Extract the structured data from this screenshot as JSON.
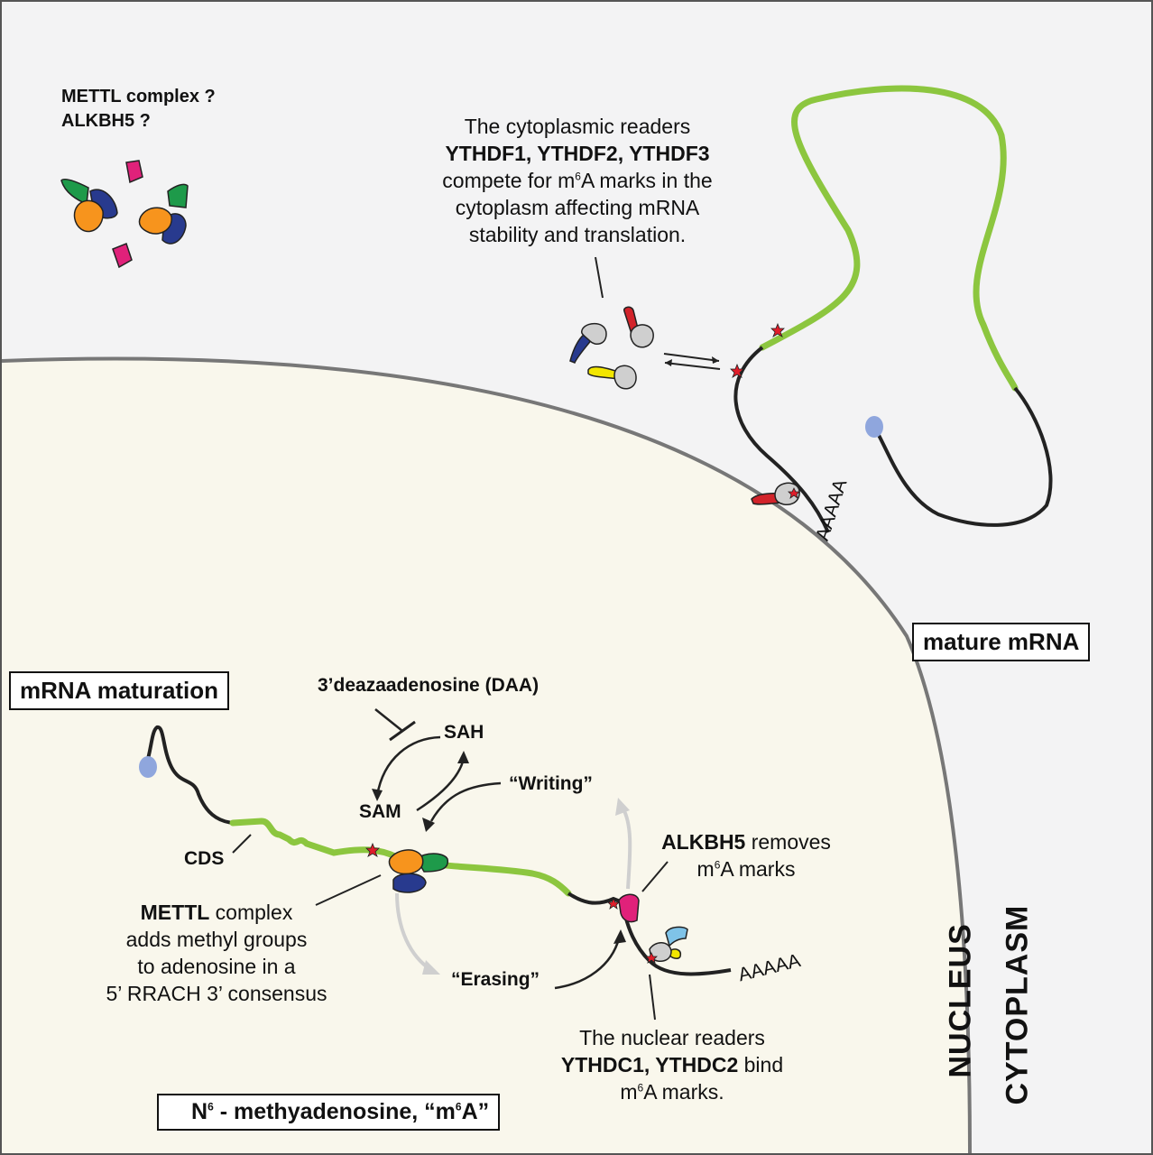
{
  "top_left": {
    "line1": "METTL complex ?",
    "line2": "ALKBH5 ?"
  },
  "cytoplasmic_readers": {
    "line1": "The cytoplasmic readers",
    "line2": "YTHDF1, YTHDF2, YTHDF3",
    "line3a": "compete for m",
    "line3_sup": "6",
    "line3b": "A marks in the",
    "line4": "cytoplasm affecting mRNA",
    "line5": "stability and translation."
  },
  "mature_mrna_label": "mature mRNA",
  "mrna_maturation_label": "mRNA maturation",
  "polyA_cyto": "AAAAA",
  "polyA_nuc": "AAAAA",
  "daa_label": "3’deazaadenosine (DAA)",
  "sah_label": "SAH",
  "sam_label": "SAM",
  "writing_label": "“Writing”",
  "erasing_label": "“Erasing”",
  "cds_label": "CDS",
  "alkbh5": {
    "bold": "ALKBH5",
    "rest": " removes",
    "line2a": "m",
    "line2_sup": "6",
    "line2b": "A marks"
  },
  "mettl": {
    "bold": "METTL",
    "rest": " complex",
    "line2": "adds methyl groups",
    "line3": "to adenosine in a",
    "line4": "5’ RRACH 3’ consensus"
  },
  "nuclear_readers": {
    "line1": "The nuclear readers",
    "line2_bold": "YTHDC1, YTHDC2",
    "line2_rest": " bind",
    "line3a": "m",
    "line3_sup": "6",
    "line3b": "A marks."
  },
  "legend": {
    "n": "N",
    "sup": "6",
    "rest": " - methyadenosine, “m",
    "sup2": "6",
    "end": "A”"
  },
  "nucleus_label": "NUCLEUS",
  "cytoplasm_label": "CYTOPLASM",
  "colors": {
    "cytoplasm_bg": "#f3f3f4",
    "nucleus_bg": "#f9f7ec",
    "mrna_green": "#8cc63f",
    "mrna_black": "#222222",
    "cap_blue": "#8fa6dd",
    "mettl_green": "#1e9a4a",
    "mettl_orange": "#f7941d",
    "mettl_navy": "#283a8e",
    "alkbh5_pink": "#e0217a",
    "reader_red": "#d2232a",
    "reader_yellow": "#f2e600",
    "reader_lightblue": "#7fc3e8",
    "star_red": "#e11d2a"
  }
}
